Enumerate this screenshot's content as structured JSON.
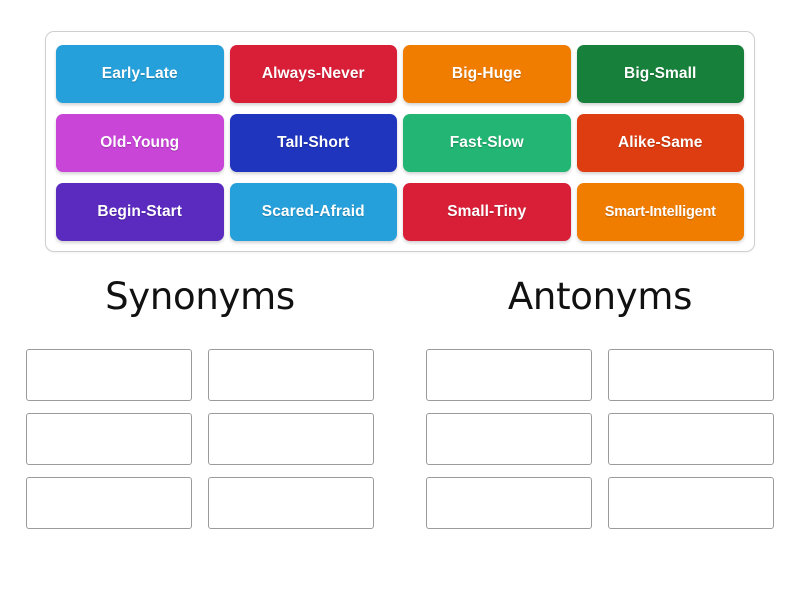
{
  "activity": {
    "type": "group-sort",
    "tray": {
      "rows": [
        [
          {
            "label": "Early-Late",
            "color": "#26a0da"
          },
          {
            "label": "Always-Never",
            "color": "#d91f38"
          },
          {
            "label": "Big-Huge",
            "color": "#f07c00"
          },
          {
            "label": "Big-Small",
            "color": "#17803a"
          }
        ],
        [
          {
            "label": "Old-Young",
            "color": "#c council"
          },
          {
            "label": "Tall-Short",
            "color": "#1f35bd"
          },
          {
            "label": "Fast-Slow",
            "color": "#22b573"
          },
          {
            "label": "Alike-Same",
            "color": "#dd3d10"
          }
        ],
        [
          {
            "label": "Begin-Start",
            "color": "#5b2bc0"
          },
          {
            "label": "Scared-Afraid",
            "color": "#26a0da"
          },
          {
            "label": "Small-Tiny",
            "color": "#d91f38"
          },
          {
            "label": "Smart-Intelligent",
            "color": "#f07c00"
          }
        ]
      ]
    },
    "categories": [
      {
        "title": "Synonyms",
        "slots": [
          "",
          "",
          "",
          "",
          "",
          ""
        ]
      },
      {
        "title": "Antonyms",
        "slots": [
          "",
          "",
          "",
          "",
          "",
          ""
        ]
      }
    ]
  }
}
